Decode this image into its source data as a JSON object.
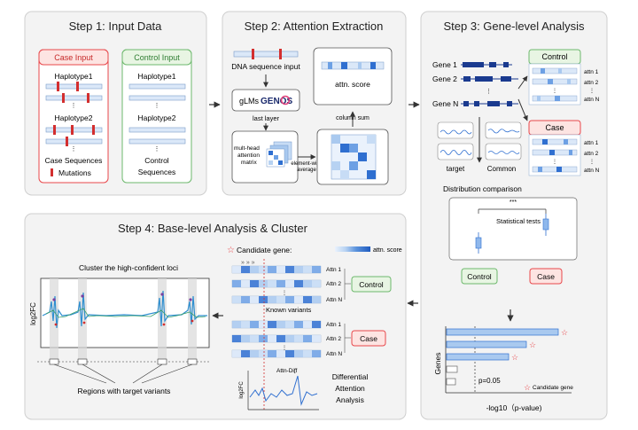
{
  "step1": {
    "title": "Step 1: Input Data",
    "case_header": "Case Input",
    "control_header": "Control Input",
    "haplotype1": "Haplotype1",
    "haplotype2": "Haplotype2",
    "case_sequences": "Case Sequences",
    "mutations": "Mutations",
    "control_line1": "Control",
    "control_line2": "Sequences"
  },
  "step2": {
    "title": "Step 2: Attention Extraction",
    "dna_input": "DNA sequence input",
    "glms": "gLMs",
    "genos": "GENOS",
    "last_layer": "last layer",
    "mha_line1": "mult-head",
    "mha_line2": "attention",
    "mha_line3": "matrix",
    "ew_line1": "element-wise",
    "ew_line2": "average",
    "column_sum": "column sum",
    "attn_score": "attn. score"
  },
  "step3": {
    "title": "Step 3: Gene-level Analysis",
    "genes": [
      "Gene 1",
      "Gene 2",
      "Gene N"
    ],
    "control": "Control",
    "case": "Case",
    "attn_labels": [
      "attn 1",
      "attn 2",
      "attn N"
    ],
    "target": "target",
    "common": "Common",
    "dist_title": "Distribution comparison",
    "stars": "***",
    "stat_tests": "Statistical tests",
    "control_box": "Control",
    "case_box": "Case",
    "genes_axis": "Genes",
    "pvalue": "p=0.05",
    "candidate_legend": "Candidate gene",
    "xaxis": "-log10（p-value)"
  },
  "step4": {
    "title": "Step 4: Base-level Analysis & Cluster",
    "candidate_gene": "Candidate gene:",
    "attn_score": "attn. score",
    "cluster_title": "Cluster the high-confident loci",
    "log2fc": "log2FC",
    "regions": "Regions with target variants",
    "attn_labels": [
      "Attn 1",
      "Attn 2",
      "Attn N",
      "Attn 1",
      "Attn 2",
      "Attn N"
    ],
    "control": "Control",
    "case": "Case",
    "known_variants": "Known variants",
    "attn_diff": "Attn-Diff",
    "diff_line1": "Differential",
    "diff_line2": "Attention",
    "diff_line3": "Analysis",
    "small_log2fc": "log2FC"
  },
  "colors": {
    "case_red": "#e8474b",
    "case_fill": "#fde4e2",
    "control_green": "#6cb86c",
    "control_fill": "#e8f5e3",
    "blue": "#2f6fd0",
    "light_blue": "#a9c9ef"
  }
}
